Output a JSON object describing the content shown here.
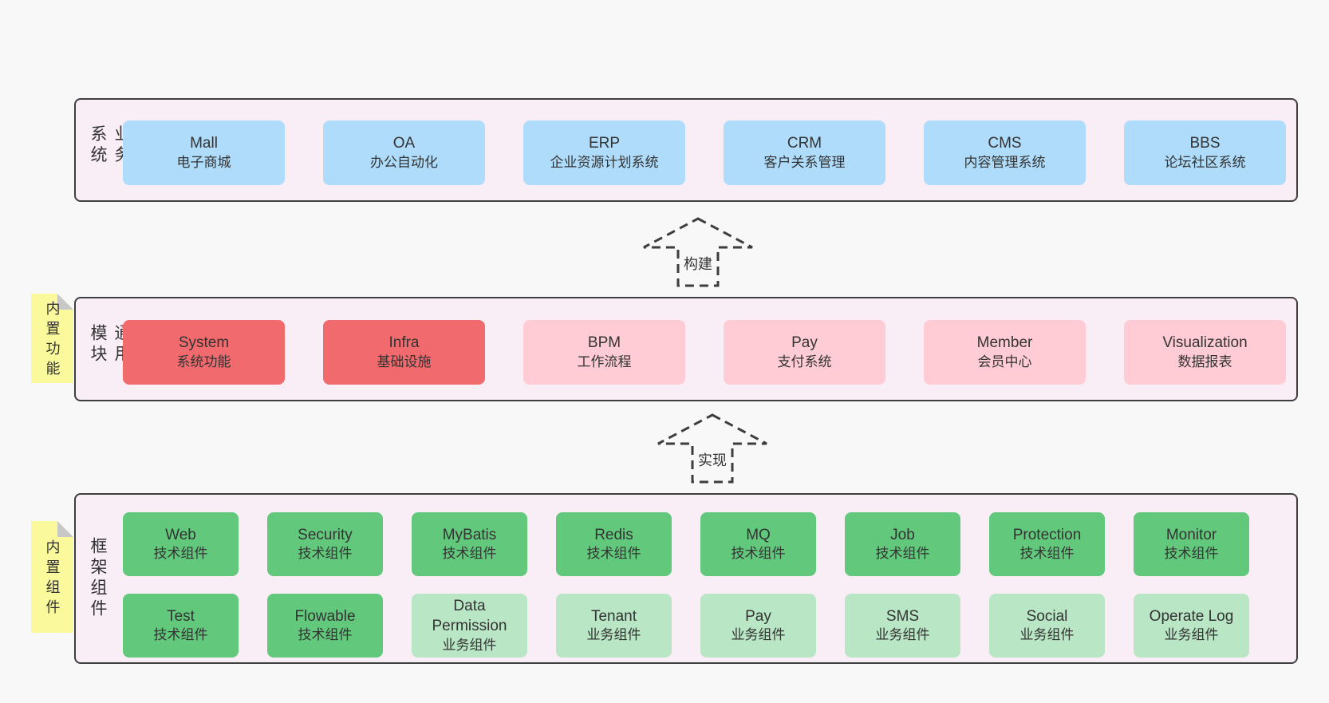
{
  "page": {
    "background": "#f8f8f8"
  },
  "colors": {
    "container_bg": "#f9edf6",
    "container_border": "#3f3f3f",
    "blue": "#aedcfa",
    "red": "#f16a6d",
    "pink": "#ffccd5",
    "green": "#62c87c",
    "lightgreen": "#b9e6c4",
    "note_bg": "#fafa9d",
    "note_fold": "#c8c8c8",
    "text": "#333333"
  },
  "arrows": [
    {
      "label": "构建"
    },
    {
      "label": "实现"
    }
  ],
  "layers": [
    {
      "label": "业务系统",
      "note": "",
      "rows": [
        [
          {
            "title": "Mall",
            "subtitle": "电子商城",
            "type": "blue"
          },
          {
            "title": "OA",
            "subtitle": "办公自动化",
            "type": "blue"
          },
          {
            "title": "ERP",
            "subtitle": "企业资源计划系统",
            "type": "blue"
          },
          {
            "title": "CRM",
            "subtitle": "客户关系管理",
            "type": "blue"
          },
          {
            "title": "CMS",
            "subtitle": "内容管理系统",
            "type": "blue"
          },
          {
            "title": "BBS",
            "subtitle": "论坛社区系统",
            "type": "blue"
          }
        ]
      ]
    },
    {
      "label": "通用模块",
      "note": "内置功能",
      "rows": [
        [
          {
            "title": "System",
            "subtitle": "系统功能",
            "type": "red"
          },
          {
            "title": "Infra",
            "subtitle": "基础设施",
            "type": "red"
          },
          {
            "title": "BPM",
            "subtitle": "工作流程",
            "type": "pink"
          },
          {
            "title": "Pay",
            "subtitle": "支付系统",
            "type": "pink"
          },
          {
            "title": "Member",
            "subtitle": "会员中心",
            "type": "pink"
          },
          {
            "title": "Visualization",
            "subtitle": "数据报表",
            "type": "pink"
          }
        ]
      ]
    },
    {
      "label": "框架组件",
      "note": "内置组件",
      "rows": [
        [
          {
            "title": "Web",
            "subtitle": "技术组件",
            "type": "green"
          },
          {
            "title": "Security",
            "subtitle": "技术组件",
            "type": "green"
          },
          {
            "title": "MyBatis",
            "subtitle": "技术组件",
            "type": "green"
          },
          {
            "title": "Redis",
            "subtitle": "技术组件",
            "type": "green"
          },
          {
            "title": "MQ",
            "subtitle": "技术组件",
            "type": "green"
          },
          {
            "title": "Job",
            "subtitle": "技术组件",
            "type": "green"
          },
          {
            "title": "Protection",
            "subtitle": "技术组件",
            "type": "green"
          },
          {
            "title": "Monitor",
            "subtitle": "技术组件",
            "type": "green"
          }
        ],
        [
          {
            "title": "Test",
            "subtitle": "技术组件",
            "type": "green"
          },
          {
            "title": "Flowable",
            "subtitle": "技术组件",
            "type": "green"
          },
          {
            "title": "Data Permission",
            "subtitle": "业务组件",
            "type": "lightgreen"
          },
          {
            "title": "Tenant",
            "subtitle": "业务组件",
            "type": "lightgreen"
          },
          {
            "title": "Pay",
            "subtitle": "业务组件",
            "type": "lightgreen"
          },
          {
            "title": "SMS",
            "subtitle": "业务组件",
            "type": "lightgreen"
          },
          {
            "title": "Social",
            "subtitle": "业务组件",
            "type": "lightgreen"
          },
          {
            "title": "Operate Log",
            "subtitle": "业务组件",
            "type": "lightgreen"
          }
        ]
      ]
    }
  ]
}
